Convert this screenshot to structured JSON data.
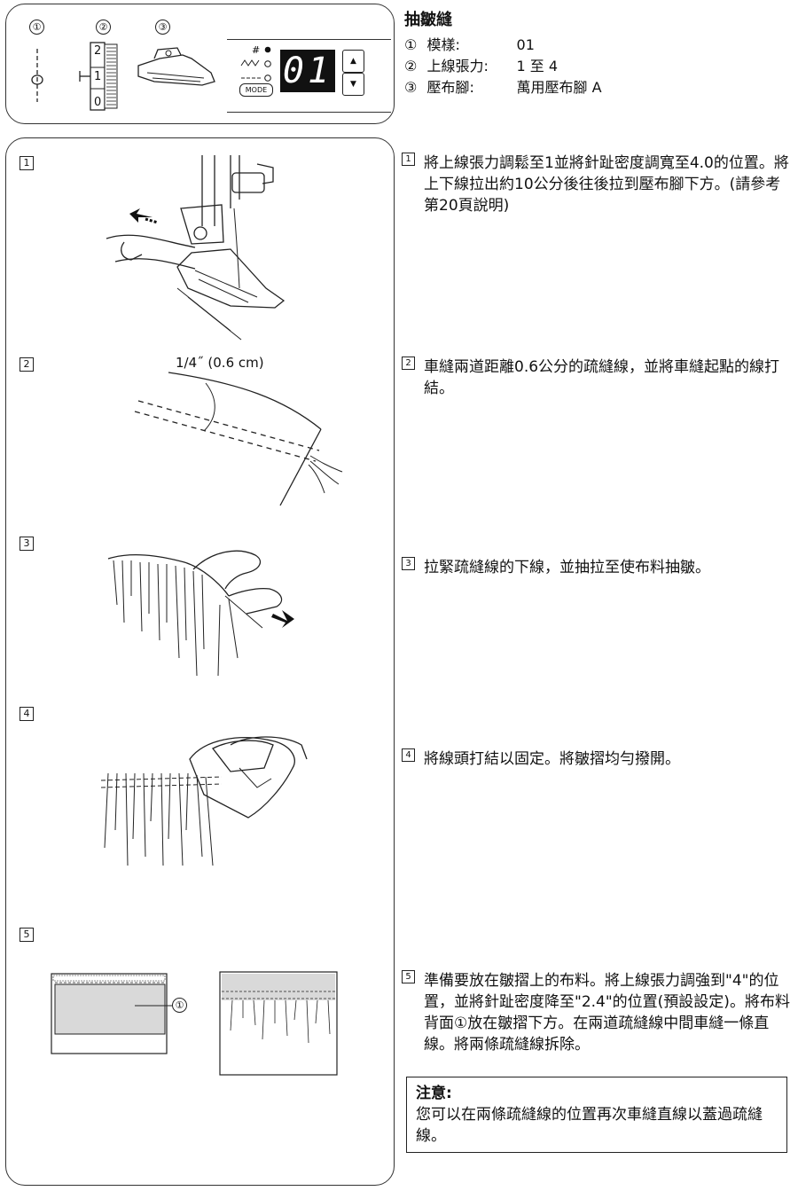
{
  "header": {
    "title": "抽皺縫",
    "specs": [
      {
        "index": "①",
        "label": "模樣:",
        "value": "01"
      },
      {
        "index": "②",
        "label": "上線張力:",
        "value": "1 至 4"
      },
      {
        "index": "③",
        "label": "壓布腳:",
        "value": "萬用壓布腳 A"
      }
    ],
    "panel_markers": [
      "①",
      "②",
      "③"
    ],
    "dial_numbers": [
      "2",
      "1",
      "0"
    ],
    "mode_label": "MODE",
    "display_value": "01",
    "up_arrow": "▲",
    "down_arrow": "▼"
  },
  "steps": [
    {
      "number": "1",
      "text": "將上線張力調鬆至1並將針趾密度調寬至4.0的位置。將上下線拉出約10公分後往後拉到壓布腳下方。(請參考第20頁說明)"
    },
    {
      "number": "2",
      "text": "車縫兩道距離0.6公分的疏縫線，並將車縫起點的線打結。",
      "figure_label": "1/4˝ (0.6 cm)"
    },
    {
      "number": "3",
      "text": "拉緊疏縫線的下線，並抽拉至使布料抽皺。"
    },
    {
      "number": "4",
      "text": "將線頭打結以固定。將皺摺均勻撥開。"
    },
    {
      "number": "5",
      "text": "準備要放在皺摺上的布料。將上線張力調強到\"4\"的位置，並將針趾密度降至\"2.4\"的位置(預設設定)。將布料背面①放在皺摺下方。在兩道疏縫線中間車縫一條直線。將兩條疏縫線拆除。",
      "figure_callout": "①"
    }
  ],
  "note": {
    "title": "注意:",
    "text": "您可以在兩條疏縫線的位置再次車縫直線以蓋過疏縫線。"
  }
}
